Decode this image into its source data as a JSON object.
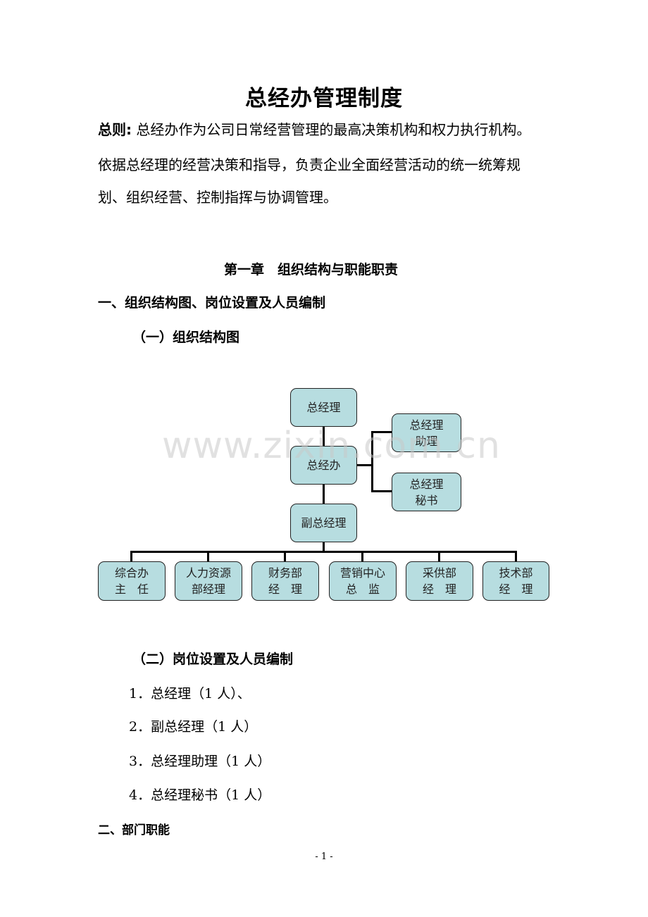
{
  "document": {
    "title": "总经办管理制度",
    "general_label": "总则:",
    "general_lines": [
      "总经办作为公司日常经营管理的最高决策机构和权力执行机构。",
      "依据总经理的经营决策和指导，负责企业全面经营活动的统一统筹规",
      "划、组织经营、控制指挥与协调管理。"
    ],
    "chapter_title": "第一章　组织结构与职能职责",
    "section1_title": "一、组织结构图、岗位设置及人员编制",
    "subsection1_title": "（一）组织结构图",
    "subsection2_title": "（二）岗位设置及人员编制",
    "staffing": [
      "1．总经理（1 人）、",
      "2．副总经理（1 人）",
      "3．总经理助理（1 人）",
      "4．总经理秘书（1 人）"
    ],
    "section2_title": "二、部门职能",
    "page_number": "- 1 -",
    "watermark": "www.zixin.com.cn"
  },
  "org_chart": {
    "box_color": "#b7dde0",
    "top": {
      "line1": "总经理"
    },
    "office": {
      "line1": "总经办"
    },
    "assistant": {
      "line1": "总经理",
      "line2": "助理"
    },
    "secretary": {
      "line1": "总经理",
      "line2": "秘书"
    },
    "deputy": {
      "line1": "副总经理"
    },
    "departments": [
      {
        "line1": "综合办",
        "line2": "主　任"
      },
      {
        "line1": "人力资源",
        "line2": "部经理"
      },
      {
        "line1": "财务部",
        "line2": "经　理"
      },
      {
        "line1": "营销中心",
        "line2": "总　监"
      },
      {
        "line1": "采供部",
        "line2": "经　理"
      },
      {
        "line1": "技术部",
        "line2": "经　理"
      }
    ]
  }
}
